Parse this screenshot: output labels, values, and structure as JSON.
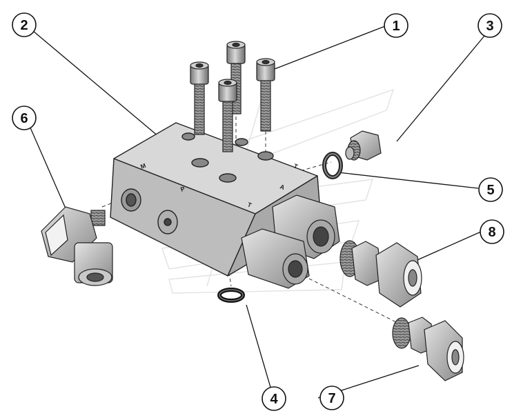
{
  "diagram": {
    "callouts": [
      {
        "id": "1",
        "label": "1"
      },
      {
        "id": "2",
        "label": "2"
      },
      {
        "id": "3",
        "label": "3"
      },
      {
        "id": "4",
        "label": "4"
      },
      {
        "id": "5",
        "label": "5"
      },
      {
        "id": "6",
        "label": "6"
      },
      {
        "id": "7",
        "label": "7"
      },
      {
        "id": "8",
        "label": "8"
      }
    ],
    "block_marks": {
      "top_left": "M",
      "top_right": "T",
      "front_left": "P",
      "front_mid": "A",
      "front_right": "T"
    },
    "colors": {
      "metal": "#c8c8c8",
      "metal_dark": "#8f8f8f",
      "outline": "#222222",
      "watermark": "#e0e0e0"
    }
  }
}
